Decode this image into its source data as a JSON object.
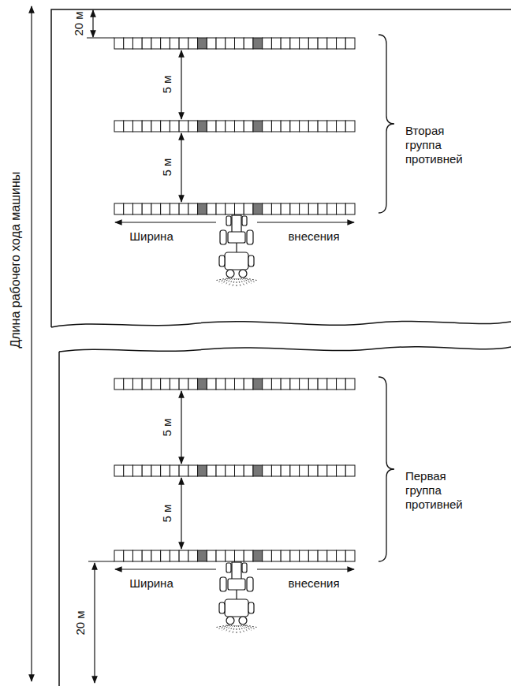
{
  "diagram": {
    "labels": [
      "20 м",
      "5 м",
      "5 м",
      "Вторая группа противней",
      "Ширина",
      "внесения",
      "Длина рабочего хода машины",
      "5 м",
      "5 м",
      "Первая группа противней",
      "Ширина",
      "внесения",
      "20 м"
    ]
  }
}
